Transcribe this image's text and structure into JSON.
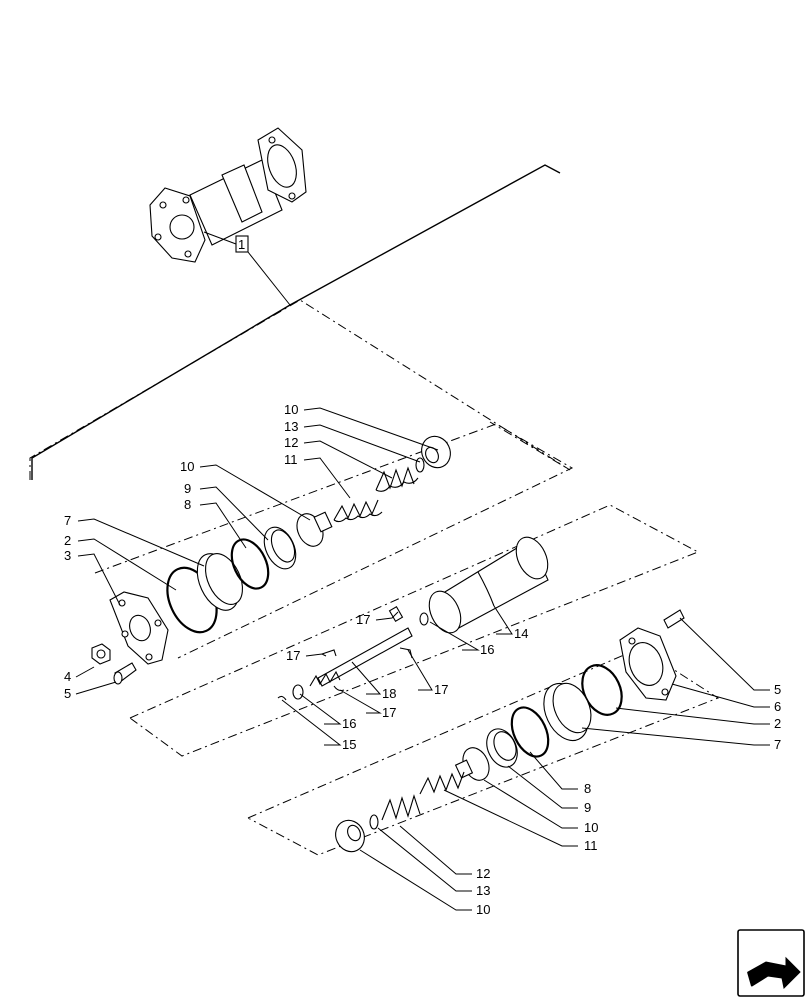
{
  "assembly_callout": "1",
  "callouts": {
    "top_10a": "10",
    "top_13": "13",
    "top_12": "12",
    "top_11": "11",
    "top_10b": "10",
    "top_9": "9",
    "top_8": "8",
    "top_7": "7",
    "top_2": "2",
    "top_3": "3",
    "top_4": "4",
    "top_5": "5",
    "mid_17a": "17",
    "mid_17b": "17",
    "mid_16a": "16",
    "mid_14": "14",
    "mid_17c": "17",
    "mid_18": "18",
    "mid_17d": "17",
    "mid_16b": "16",
    "mid_15": "15",
    "right_5": "5",
    "right_6": "6",
    "right_2": "2",
    "right_7": "7",
    "right_8": "8",
    "right_9": "9",
    "right_10a": "10",
    "right_11": "11",
    "bot_12": "12",
    "bot_13": "13",
    "bot_10": "10"
  },
  "nav_icon": "next-page-arrow-icon"
}
